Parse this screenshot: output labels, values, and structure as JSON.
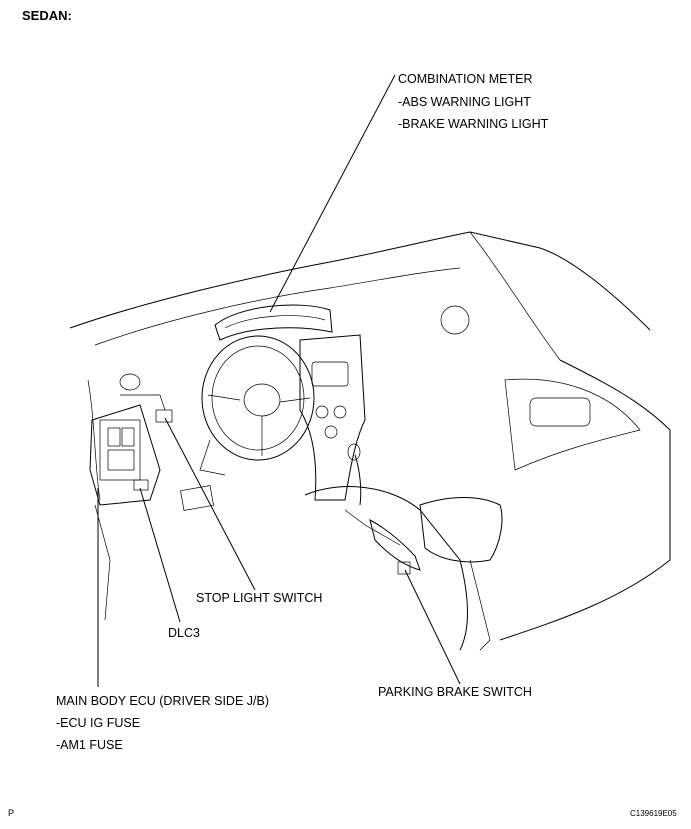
{
  "title": "SEDAN:",
  "labels": {
    "combination_meter": "COMBINATION METER",
    "abs_warning_light": "-ABS WARNING LIGHT",
    "brake_warning_light": "-BRAKE WARNING LIGHT",
    "stop_light_switch": "STOP LIGHT SWITCH",
    "dlc3": "DLC3",
    "parking_brake_switch": "PARKING BRAKE SWITCH",
    "main_body_ecu": "MAIN BODY ECU (DRIVER SIDE J/B)",
    "ecu_ig_fuse": "-ECU IG FUSE",
    "am1_fuse": "-AM1 FUSE"
  },
  "footer": {
    "left_mark": "P",
    "figure_code": "C139619E05"
  }
}
